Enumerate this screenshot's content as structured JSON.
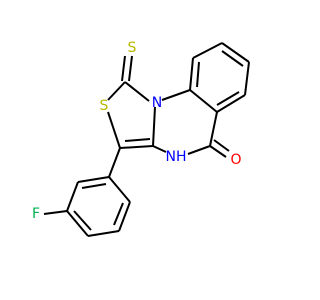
{
  "molecule": {
    "atom_labels": {
      "thione_sulfur": "S",
      "ring_sulfur": "S",
      "ring_nitrogen": "N",
      "amide_nh": "NH",
      "carbonyl_oxygen": "O",
      "fluorine": "F"
    },
    "colors": {
      "sulfur": "#b8b800",
      "nitrogen": "#0000ff",
      "oxygen": "#ff0000",
      "fluorine": "#00b050",
      "bond": "#000000"
    }
  }
}
